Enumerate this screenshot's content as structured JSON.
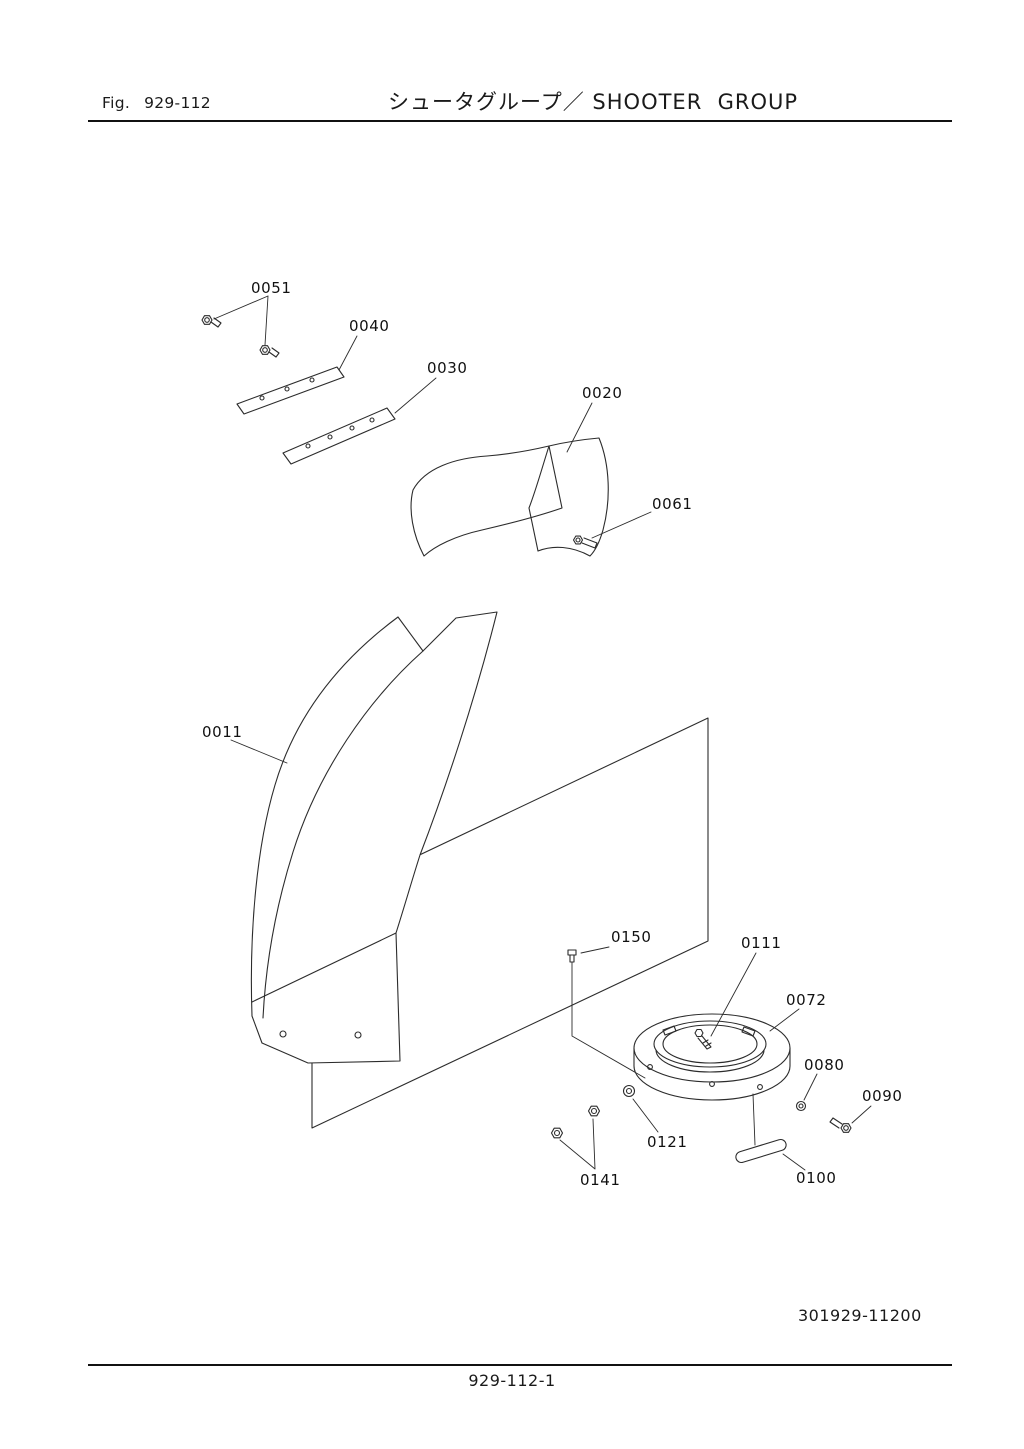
{
  "header": {
    "fig_prefix": "Fig.",
    "fig_number": "929-112",
    "title": "シュータグループ／ SHOOTER  GROUP"
  },
  "diagram": {
    "parts": [
      {
        "label": "0051"
      },
      {
        "label": "0040"
      },
      {
        "label": "0030"
      },
      {
        "label": "0020"
      },
      {
        "label": "0061"
      },
      {
        "label": "0011"
      },
      {
        "label": "0150"
      },
      {
        "label": "0111"
      },
      {
        "label": "0072"
      },
      {
        "label": "0080"
      },
      {
        "label": "0090"
      },
      {
        "label": "0121"
      },
      {
        "label": "0141"
      },
      {
        "label": "0100"
      }
    ]
  },
  "footer": {
    "doc_number": "301929-11200",
    "page_number": "929-112-1"
  }
}
